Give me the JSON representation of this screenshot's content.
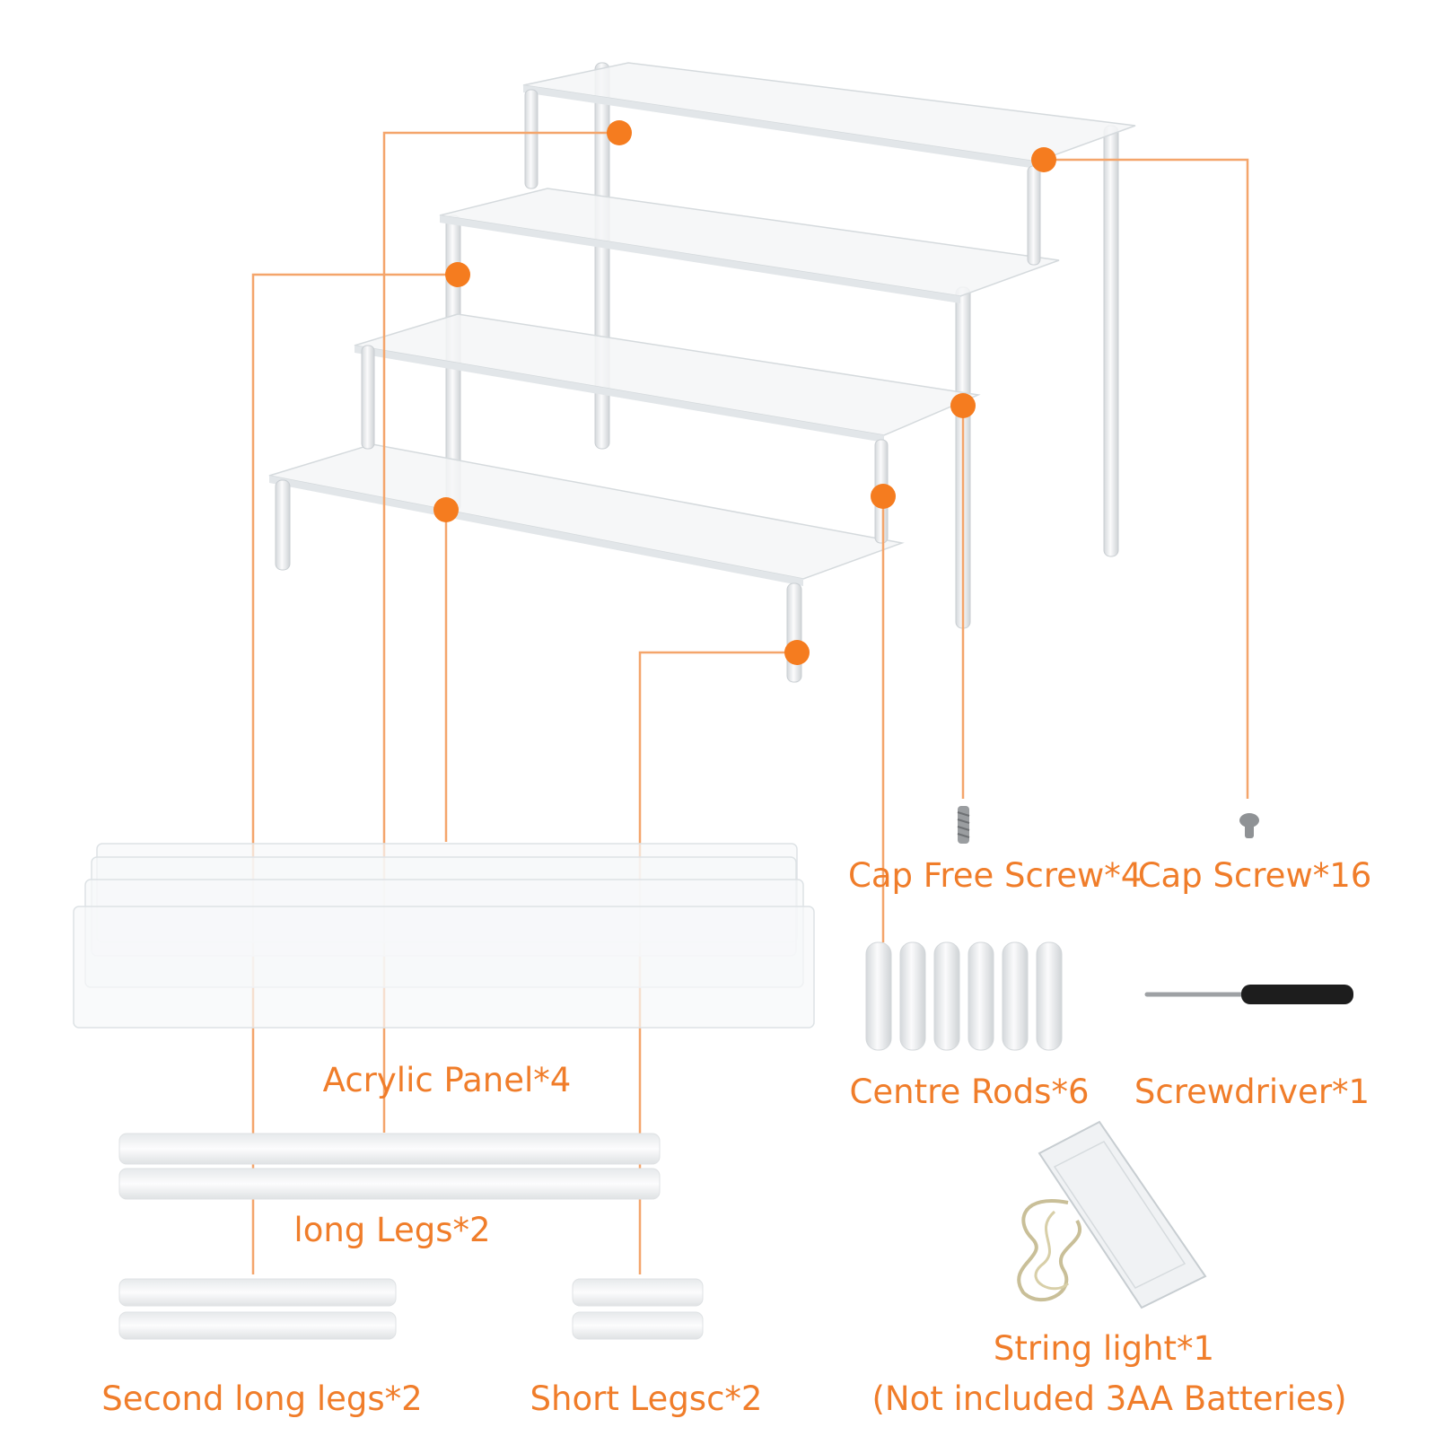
{
  "colors": {
    "accent": "#f07d2a",
    "acrylic_fill": "#f4f6f7",
    "acrylic_edge": "#cfd4d8",
    "rod": "#e3e6e8",
    "screw": "#8c8f92",
    "screwdriver_handle": "#1d1d1d"
  },
  "parts": {
    "cap_free_screw": "Cap Free Screw*4",
    "cap_screw": "Cap Screw*16",
    "acrylic_panel": "Acrylic Panel*4",
    "centre_rods": "Centre Rods*6",
    "screwdriver": "Screwdriver*1",
    "long_legs": "long Legs*2",
    "string_light": "String light*1",
    "batteries_note": "(Not included 3AA Batteries)",
    "second_long_legs": "Second long legs*2",
    "short_legs": "Short Legsc*2"
  },
  "icons": [
    "callout-dot-icon",
    "screw-icon",
    "cap-screw-icon",
    "screwdriver-icon",
    "string-light-icon",
    "battery-box-icon"
  ]
}
